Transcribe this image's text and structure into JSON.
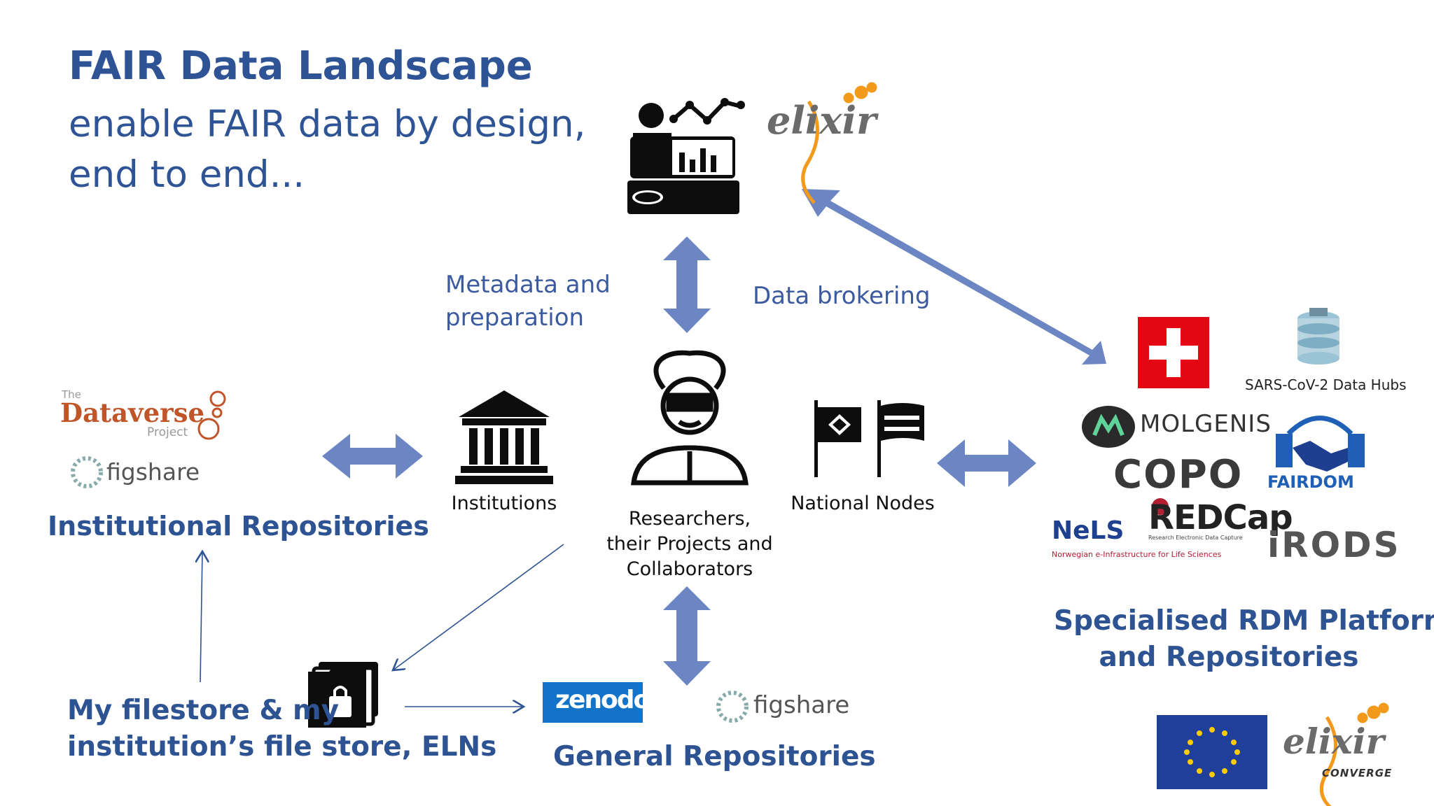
{
  "title": "FAIR Data Landscape",
  "subtitle": [
    "enable FAIR data by design,",
    "end to end..."
  ],
  "labels": {
    "metadata": [
      "Metadata and",
      "preparation"
    ],
    "brokering": "Data brokering",
    "institutions": "Institutions",
    "researchers": [
      "Researchers,",
      "their Projects and",
      "Collaborators"
    ],
    "national_nodes": "National Nodes",
    "sars": "SARS-CoV-2 Data Hubs"
  },
  "sections": {
    "institutional": "Institutional Repositories",
    "filestore": [
      "My filestore & my",
      "institution’s file store, ELNs"
    ],
    "general": "General Repositories",
    "specialised": [
      "Specialised RDM Platforms",
      "and Repositories"
    ]
  },
  "logos": {
    "elixir": "elixir",
    "dataverse_the": "The",
    "dataverse": "Dataverse",
    "dataverse_project": "Project",
    "figshare": "figshare",
    "zenodo": "zenodo",
    "molgenis": "MOLGENIS",
    "copo": "COPO",
    "fairdom": "FAIRDOM",
    "nels": "NeLS",
    "nels_sub": "Norwegian e-Infrastructure for Life Sciences",
    "redcap": "REDCap",
    "redcap_sub": "Research Electronic Data Capture",
    "irods": "iRODS",
    "converge": "CONVERGE"
  },
  "colors": {
    "title": "#2f5496",
    "arrow": "#6b86c2",
    "elixir_orange": "#f39a1d",
    "swiss_red": "#e30613",
    "eu_blue": "#1f3f9b"
  }
}
